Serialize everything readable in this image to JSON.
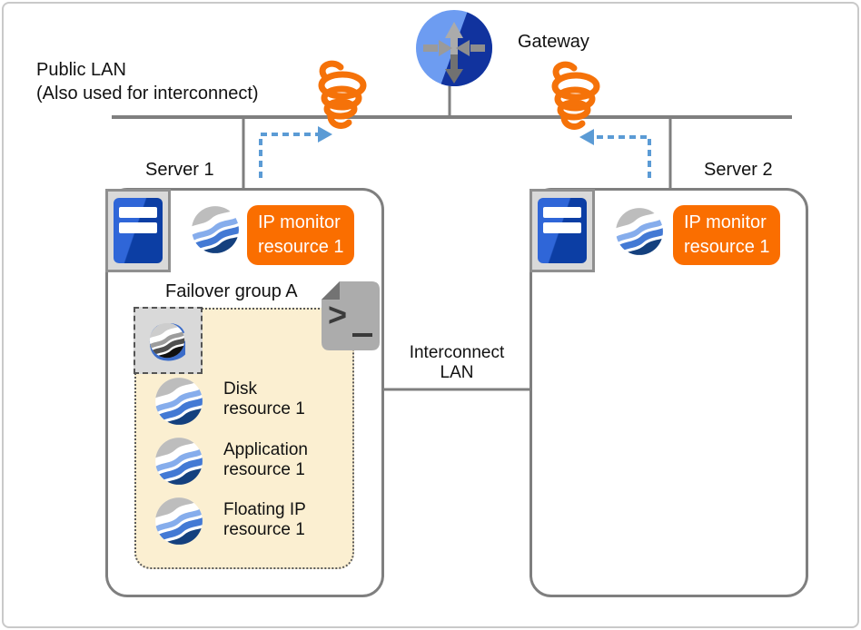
{
  "public_lan": {
    "lines": [
      "Public LAN",
      "(Also used for interconnect)"
    ]
  },
  "gateway": {
    "label": "Gateway"
  },
  "interconnect": {
    "lines": [
      "Interconnect",
      "LAN"
    ]
  },
  "servers": [
    {
      "name": "Server 1",
      "monitor": {
        "label": "IP monitor resource 1",
        "lines": [
          "IP monitor",
          "resource 1"
        ]
      }
    },
    {
      "name": "Server 2",
      "monitor": {
        "label": "IP monitor resource 1",
        "lines": [
          "IP monitor",
          "resource 1"
        ]
      }
    }
  ],
  "failover_group": {
    "title": "Failover group A",
    "resources": [
      {
        "label": "Disk resource 1",
        "lines": [
          "Disk",
          "resource 1"
        ]
      },
      {
        "label": "Application resource 1",
        "lines": [
          "Application",
          "resource 1"
        ]
      },
      {
        "label": "Floating IP resource 1",
        "lines": [
          "Floating IP",
          "resource 1"
        ]
      }
    ]
  },
  "icons": {
    "gateway": "router-icon",
    "server": "server-icon",
    "resource": "resource-sphere-icon",
    "failover_group": "group-g-icon",
    "script": "script-terminal-icon",
    "tornado": "tornado-icon"
  },
  "colors": {
    "accent_orange": "#fa6e00",
    "tornado_orange": "#f57209",
    "arrow_blue": "#5b9bd5",
    "line_gray": "#7f7f7f",
    "group_fill": "#fbefd1",
    "server_blue_light": "#2f66d8",
    "server_blue_dark": "#0c3ea4",
    "gateway_blue_light": "#6d9cf1",
    "gateway_blue_dark": "#11339e",
    "sphere_light_blue": "#86adec",
    "sphere_mid_blue": "#4379d4",
    "sphere_navy": "#14407e"
  }
}
